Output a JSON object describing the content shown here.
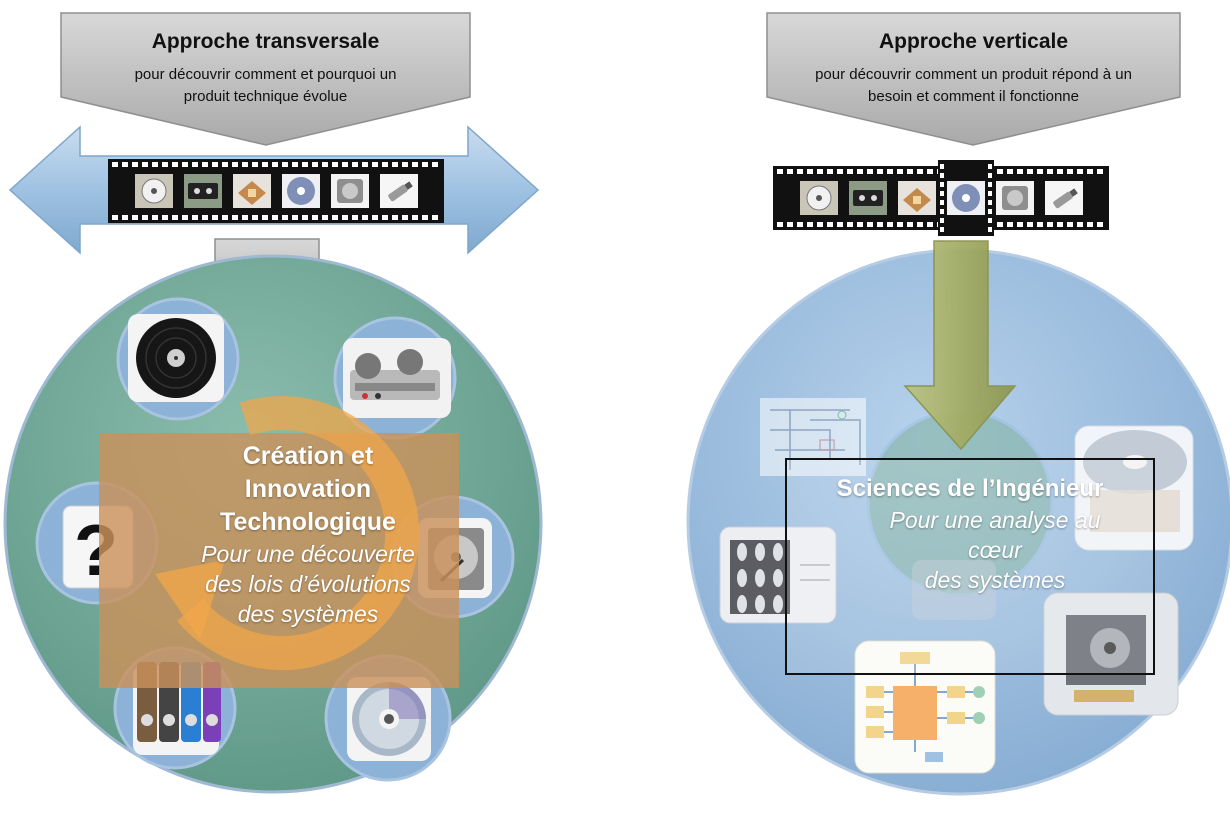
{
  "left": {
    "banner": {
      "title": "Approche transversale",
      "subtitle_line1": "pour découvrir comment et  pourquoi un",
      "subtitle_line2": "produit technique évolue"
    },
    "center": {
      "title_line1": "Création et",
      "title_line2": "Innovation",
      "title_line3": "Technologique",
      "subtitle_line1": "Pour une découverte",
      "subtitle_line2": "des lois d’évolutions",
      "subtitle_line3": "des systèmes"
    },
    "film_icons": [
      "reel-to-reel-icon",
      "cassette-icon",
      "processor-chip-icon",
      "cd-disc-icon",
      "hard-drive-icon",
      "usb-key-icon"
    ],
    "satellite_icons": [
      "vinyl-record-icon",
      "reel-to-reel-recorder-icon",
      "hard-drive-icon",
      "cd-disc-icon",
      "mp3-players-icon",
      "question-mark-icon"
    ]
  },
  "right": {
    "banner": {
      "title": "Approche verticale",
      "subtitle_line1": "pour découvrir comment un produit répond à un",
      "subtitle_line2": "besoin et comment il fonctionne"
    },
    "center": {
      "title": "Sciences  de l’Ingénieur",
      "subtitle_line1": "Pour une analyse au",
      "subtitle_line2": "cœur",
      "subtitle_line3": "des systèmes"
    },
    "film_icons": [
      "reel-to-reel-icon",
      "cassette-icon",
      "processor-chip-icon",
      "cd-disc-icon",
      "hard-drive-icon",
      "usb-key-icon"
    ],
    "satellite_icons": [
      "circuit-schematic-icon",
      "cd-drive-icon",
      "perforated-sheet-icon",
      "motor-mechanism-icon",
      "block-diagram-icon"
    ]
  },
  "colors": {
    "banner_gray": "#b9b9b9",
    "double_arrow_blue": "#9fc2e2",
    "left_circle_green": "#6fa897",
    "right_circle_blue": "#9cc0e1",
    "center_box_orange": "#c9915a",
    "cycle_arrow_orange": "#f0a64a",
    "down_arrow_olive": "#aab36e"
  }
}
